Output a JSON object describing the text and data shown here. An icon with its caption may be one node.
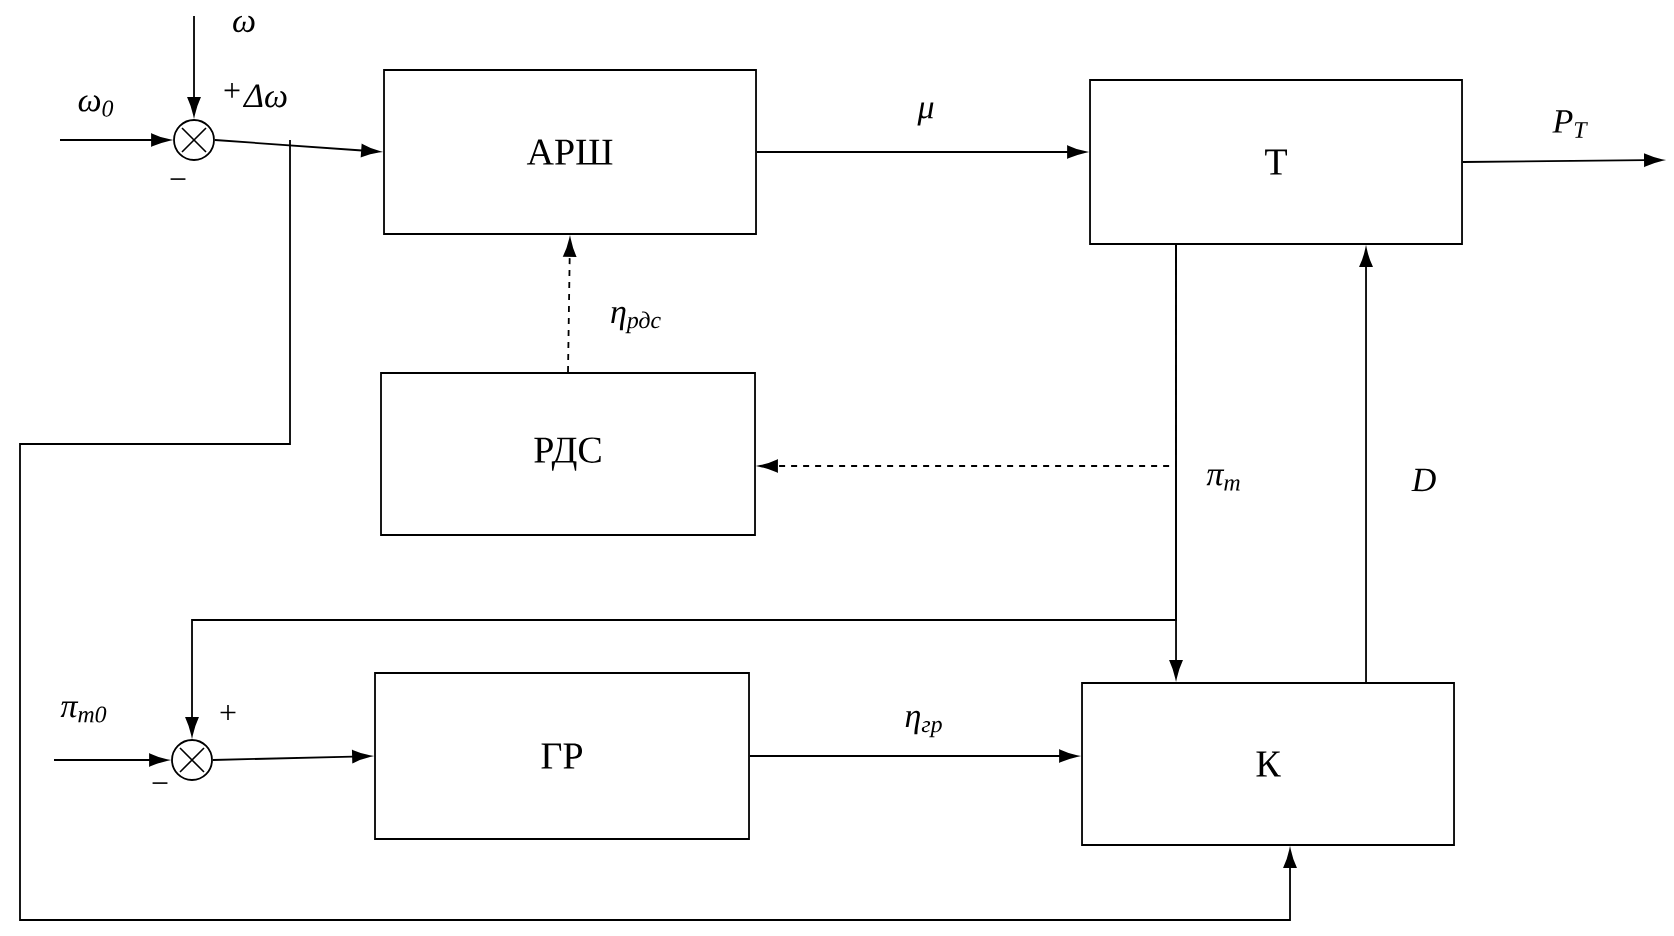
{
  "diagram": {
    "nodes": [
      {
        "text": [],
        "shape": "circle"
      },
      {
        "text": [
          "АРШ"
        ]
      },
      {
        "text": [
          "Т"
        ]
      },
      {
        "text": [
          "РДС"
        ]
      },
      {
        "text": [],
        "shape": "circle"
      },
      {
        "text": [
          "ГР"
        ]
      },
      {
        "text": [
          "К"
        ]
      }
    ],
    "edges": [
      {
        "from": null,
        "to": 0,
        "arrow": "to",
        "label": "ω$_{0}$"
      },
      {
        "from": null,
        "to": 0,
        "arrow": "to",
        "label": "ω"
      },
      {
        "from": 0,
        "to": 1,
        "arrow": "to",
        "label": "Δω"
      },
      {
        "from": 1,
        "to": 2,
        "arrow": "to",
        "label": "μ"
      },
      {
        "from": 2,
        "to": null,
        "arrow": "to",
        "label": "P$_{T}$"
      },
      {
        "from": 3,
        "to": 1,
        "arrow": "to",
        "label": "η$_{рдс}$",
        "style": "dashed"
      },
      {
        "from": 2,
        "to": 3,
        "arrow": "to",
        "style": "dashed"
      },
      {
        "from": 2,
        "to": 6,
        "arrow": "to",
        "label": "π$_{т}$"
      },
      {
        "from": 2,
        "to": 4,
        "arrow": "to"
      },
      {
        "from": 6,
        "to": 2,
        "arrow": "to",
        "label": "D"
      },
      {
        "from": null,
        "to": 4,
        "arrow": "to",
        "label": "π$_{т0}$"
      },
      {
        "from": 4,
        "to": 5,
        "arrow": "to"
      },
      {
        "from": 5,
        "to": 6,
        "arrow": "to",
        "label": "η$_{гр}$"
      },
      {
        "from": 0,
        "to": 6,
        "arrow": "to"
      }
    ],
    "labels": [
      "+",
      "−",
      "+",
      "−"
    ]
  }
}
